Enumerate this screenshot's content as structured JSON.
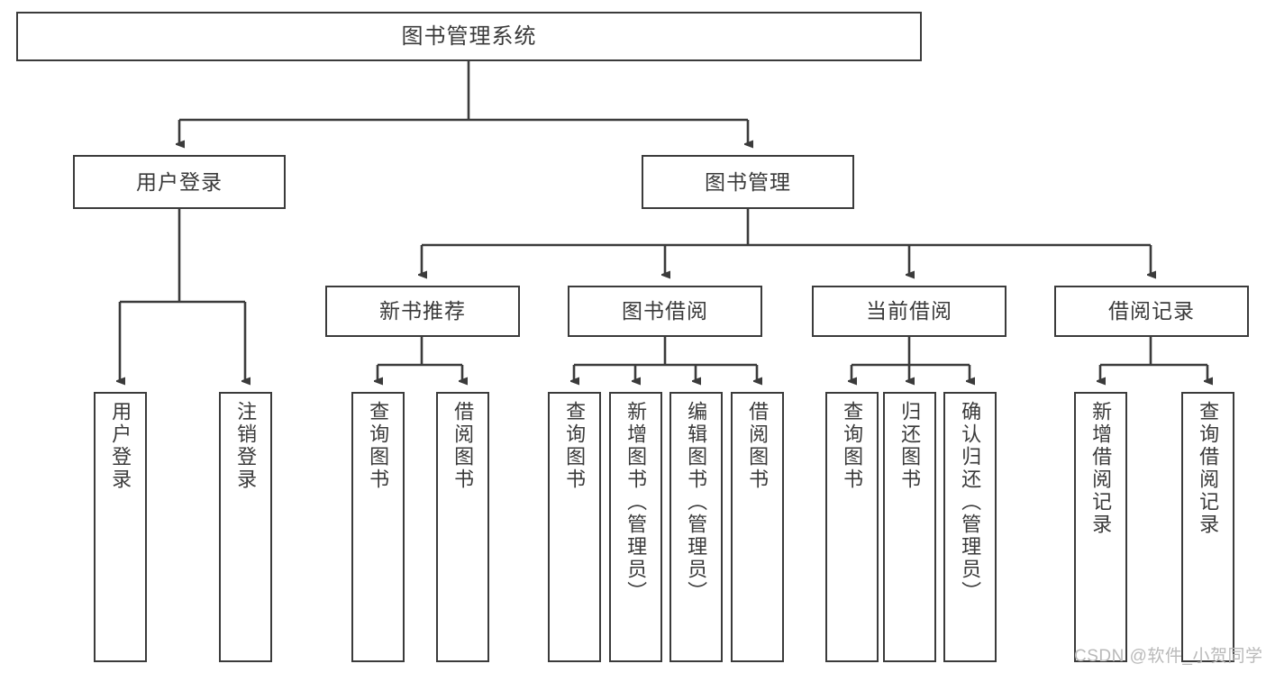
{
  "diagram": {
    "title": "图书管理系统",
    "watermark": "CSDN @软件_小贺同学",
    "line_color": "#3b3b3b",
    "text_color": "#3a3a3a",
    "background": "#ffffff",
    "root": {
      "label": "图书管理系统"
    },
    "level2": [
      {
        "label": "用户登录"
      },
      {
        "label": "图书管理"
      }
    ],
    "level3": [
      {
        "label": "新书推荐"
      },
      {
        "label": "图书借阅"
      },
      {
        "label": "当前借阅"
      },
      {
        "label": "借阅记录"
      }
    ],
    "leaves": {
      "user_login": [
        {
          "label": "用户登录"
        },
        {
          "label": "注销登录"
        }
      ],
      "new_book": [
        {
          "label": "查询图书"
        },
        {
          "label": "借阅图书"
        }
      ],
      "book_borrow": [
        {
          "label": "查询图书"
        },
        {
          "label": "新增图书（管理员）"
        },
        {
          "label": "编辑图书（管理员）"
        },
        {
          "label": "借阅图书"
        }
      ],
      "current_borrow": [
        {
          "label": "查询图书"
        },
        {
          "label": "归还图书"
        },
        {
          "label": "确认归还（管理员）"
        }
      ],
      "borrow_record": [
        {
          "label": "新增借阅记录"
        },
        {
          "label": "查询借阅记录"
        }
      ]
    }
  }
}
